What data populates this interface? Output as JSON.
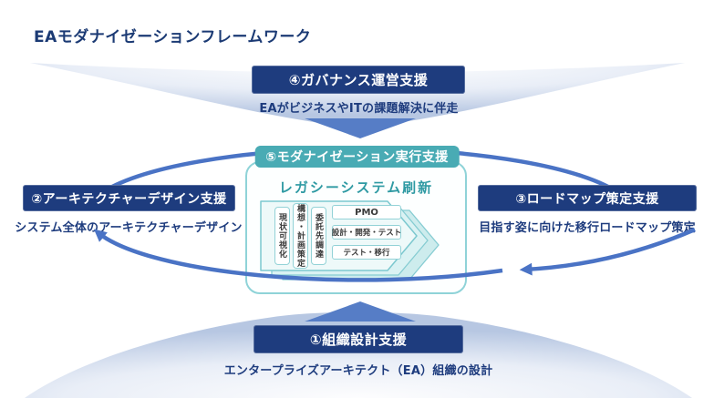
{
  "title": "EAモダナイゼーションフレームワーク",
  "nodes": {
    "governance": {
      "label": "④ガバナンス運営支援",
      "subtitle": "EAがビジネスやITの課題解決に伴走"
    },
    "architecture": {
      "label": "②アーキテクチャーデザイン支援",
      "subtitle": "システム全体のアーキテクチャーデザイン"
    },
    "roadmap": {
      "label": "③ロードマップ策定支援",
      "subtitle": "目指す姿に向けた移行ロードマップ策定"
    },
    "organization": {
      "label": "①組織設計支援",
      "subtitle": "エンタープライズアーキテクト（EA）組織の設計"
    },
    "modernization": {
      "badge": "⑤モダナイゼーション実行支援",
      "heading": "レガシーシステム刷新",
      "vertical_steps": [
        "現状可視化",
        "構想・計画策定",
        "委託先調達"
      ],
      "execution_steps": [
        "PMO",
        "設計・開発・テスト",
        "テスト・移行"
      ]
    }
  },
  "colors": {
    "navy": "#1e3c7e",
    "teal_badge": "#49abb4",
    "teal_border": "#8fd3d8",
    "arc_blue": "#4a73c5",
    "triangle_blue": "#567dc6",
    "dome_edge": "#b7c7e2"
  }
}
